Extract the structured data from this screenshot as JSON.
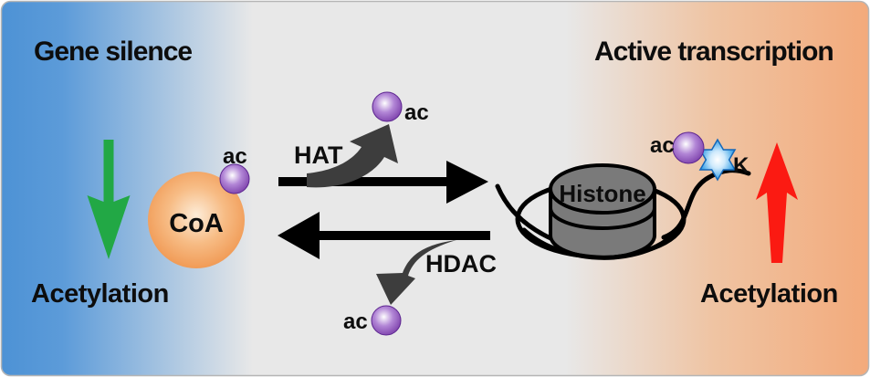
{
  "diagram": {
    "title_left": "Gene silence",
    "title_right": "Active transcription",
    "left_process": {
      "label": "Acetylation",
      "direction": "decrease",
      "arrow_color": "#22a845"
    },
    "right_process": {
      "label": "Acetylation",
      "direction": "increase",
      "arrow_color": "#fb1a12"
    },
    "enzymes": {
      "hat": "HAT",
      "hdac": "HDAC"
    },
    "molecules": {
      "coa": "CoA",
      "histone": "Histone",
      "acetyl_group": "ac",
      "lysine_residue": "K"
    },
    "colors": {
      "left_bg": "#4d92d5",
      "center_bg": "#e8e8e8",
      "right_bg": "#f3aa7b",
      "coa_fill": "#ee8e44",
      "acetyl_fill": "#7030a0",
      "histone_fill": "#7a7a7a",
      "enzyme_arrow": "#3d3d3d",
      "reaction_arrow": "#000000",
      "lysine_star": "#2d9be0"
    }
  }
}
